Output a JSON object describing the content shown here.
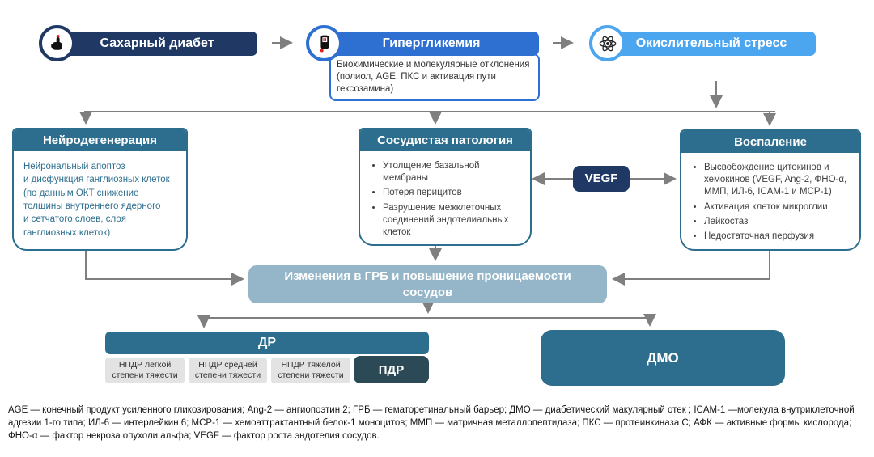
{
  "palette": {
    "navy": "#1f3864",
    "blue": "#2e6fd2",
    "sky": "#4ba5ef",
    "teal": "#2d6e8e",
    "dark_slate": "#2b4a55",
    "light_slate": "#94b6c8",
    "stage_gray": "#e3e3e3",
    "arrow_gray": "#7f7f7f"
  },
  "top_row": {
    "diabetes": {
      "label": "Сахарный диабет",
      "icon": "finger-prick-icon"
    },
    "hyperglycemia": {
      "label": "Гипергликемия",
      "icon": "glucometer-icon",
      "note": "Биохимические и молекулярные отклонения (полиол, AGE, ПКС и активация пути гексозамина)"
    },
    "oxidative_stress": {
      "label": "Окислительный стресс",
      "icon": "atom-icon"
    }
  },
  "pathways": {
    "neurodegeneration": {
      "title": "Нейродегенерация",
      "body": "Нейрональный апоптоз\nи дисфункция ганглиозных клеток\n(по данным ОКТ снижение\nтолщины внутреннего ядерного\nи сетчатого слоев, слоя\nганглиозных клеток)"
    },
    "vascular": {
      "title": "Сосудистая патология",
      "bullets": [
        "Утолщение базальной мембраны",
        "Потеря перицитов",
        "Разрушение межклеточных соединений эндотелиальных клеток"
      ]
    },
    "inflammation": {
      "title": "Воспаление",
      "bullets": [
        "Высвобождение цитокинов и хемокинов (VEGF, Ang-2, ФНО-α, ММП, ИЛ-6, ICAM-1 и MCP-1)",
        "Активация клеток микроглии",
        "Лейкостаз",
        "Недостаточная перфузия"
      ]
    },
    "vegf_label": "VEGF"
  },
  "brb": {
    "label": "Изменения в ГРБ и повышение проницаемости сосудов"
  },
  "outcomes": {
    "dr": {
      "label": "ДР",
      "stages": [
        {
          "label": "НПДР легкой степени тяжести"
        },
        {
          "label": "НПДР средней степени тяжести"
        },
        {
          "label": "НПДР тяжелой степени тяжести"
        },
        {
          "label": "ПДР"
        }
      ]
    },
    "dmo": {
      "label": "ДМО"
    }
  },
  "footnote": "AGE — конечный продукт усиленного гликозирования; Ang-2 — ангиопоэтин 2; ГРБ — гематоретинальный барьер; ДМО — диабетический макулярный отек ; ICAM-1 —молекула внутриклеточной адгезии 1-го типа; ИЛ-6 — интерлейкин 6; MCP-1 — хемоаттрактантный белок-1 моноцитов; ММП — матричная металлопептидаза; ПКС — протеинкиназа C; АФК — активные формы кислорода; ФНО-α — фактор некроза опухоли альфа; VEGF — фактор роста эндотелия сосудов."
}
